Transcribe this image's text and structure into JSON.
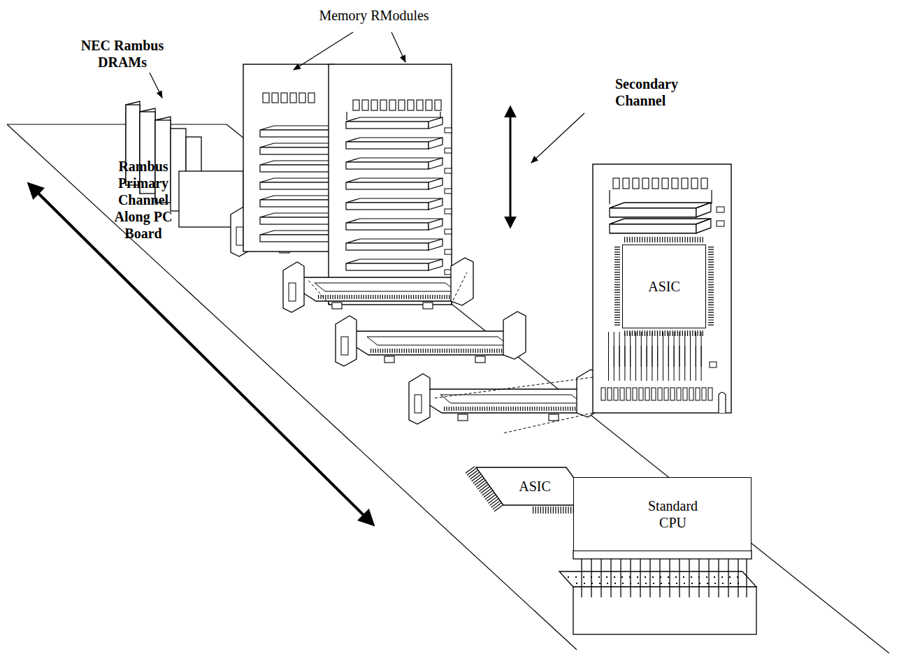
{
  "diagram": {
    "nodes": [
      {
        "text": [
          "ASIC"
        ]
      },
      {
        "text": [
          "ASIC"
        ]
      },
      {
        "text": [
          "Standard CPU"
        ]
      }
    ],
    "labels": [
      "Memory RModules",
      "NEC Rambus DRAMs",
      "Secondary Channel",
      "Rambus Primary Channel Along PC Board"
    ]
  }
}
